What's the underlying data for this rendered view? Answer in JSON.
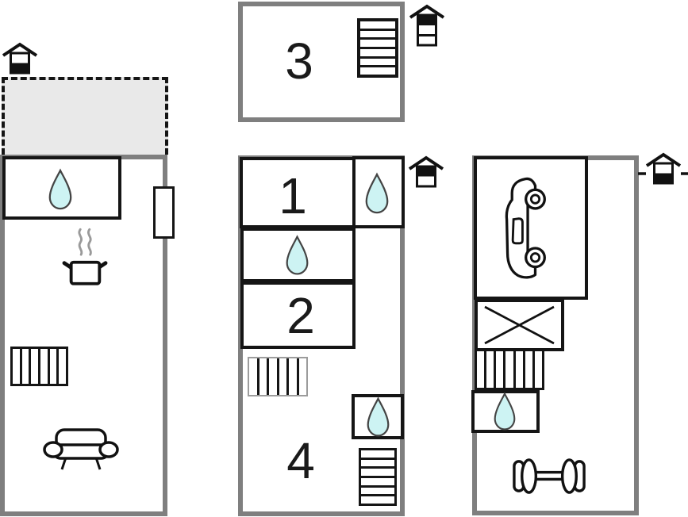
{
  "diagram": {
    "type": "vacation-home floor plan",
    "room_labels": {
      "r1": "1",
      "r2": "2",
      "r3": "3",
      "r4": "4"
    }
  },
  "colors": {
    "wall": "#7f7f7f",
    "line": "#151515",
    "water_fill": "#cdf3f3",
    "water_stroke": "#444444",
    "terrace_fill": "#e9e9e9",
    "steam": "#9a9a9a",
    "background": "#ffffff"
  },
  "icons": {
    "water_drop": "water-drop-icon (wet room / bathroom)",
    "cooking_pot": "cooking-pot-icon (kitchen)",
    "sofa": "sofa-icon (living area)",
    "stairs": "stairs-icon",
    "car": "car-icon (garage)",
    "crossed_box": "crossed-box-icon (no access)",
    "dumbbell": "dumbbell-icon (fitness)",
    "house_marker": "floor-level-house-icon",
    "dashed_rect": "terrace (dashed outline)"
  },
  "floor_markers": [
    {
      "position": "top-left",
      "bands": 2,
      "filled_band": "bottom",
      "ground_dashes": false
    },
    {
      "position": "right-of-room-3",
      "bands": 3,
      "filled_band": "top",
      "ground_dashes": false
    },
    {
      "position": "right-of-rooms-1-2",
      "bands": 2,
      "filled_band": "top",
      "ground_dashes": false
    },
    {
      "position": "far-right-of-annex",
      "bands": 2,
      "filled_band": "bottom",
      "ground_dashes": true
    }
  ]
}
